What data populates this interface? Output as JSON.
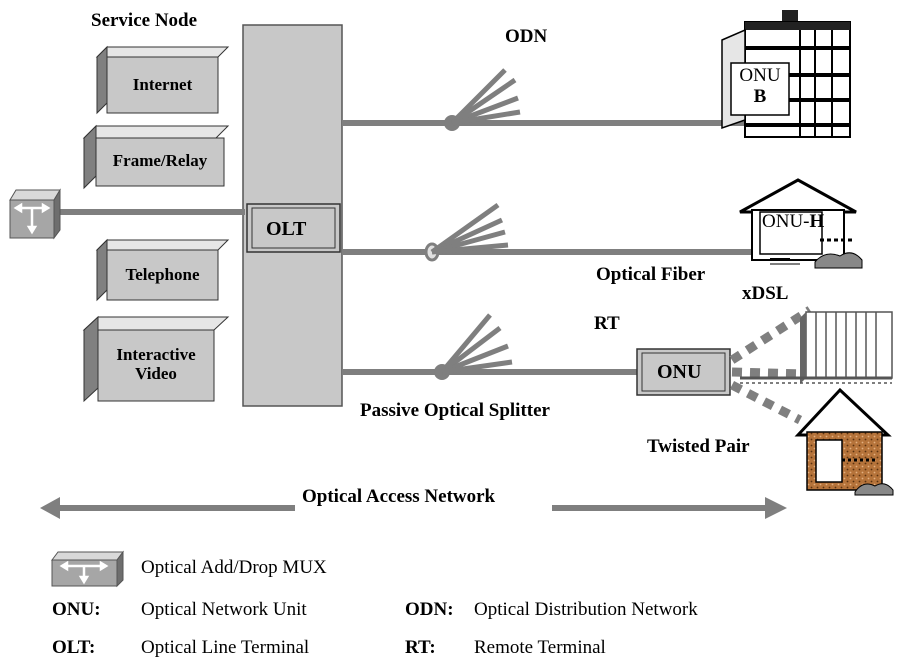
{
  "labels": {
    "service_node": "Service Node",
    "odn_title": "ODN",
    "olt_box": "OLT",
    "onu_b_line1": "ONU",
    "onu_b_line2": "B",
    "onu_h": "ONU",
    "onu_h_suffix": "H",
    "optical_fiber": "Optical Fiber",
    "xdsl": "xDSL",
    "rt": "RT",
    "onu_rt": "ONU",
    "passive_splitter": "Passive Optical Splitter",
    "twisted_pair": "Twisted Pair",
    "access_network": "Optical Access Network"
  },
  "services": [
    {
      "label": "Internet"
    },
    {
      "label": "Frame/Relay"
    },
    {
      "label": "Telephone"
    },
    {
      "label": "Interactive Video"
    }
  ],
  "legend": {
    "mux_label": "Optical Add/Drop MUX",
    "onu_abbr": "ONU:",
    "onu_text": "Optical Network Unit",
    "odn_abbr": "ODN:",
    "odn_text": "Optical Distribution Network",
    "olt_abbr": "OLT:",
    "olt_text": "Optical Line Terminal",
    "rt_abbr": "RT:",
    "rt_text": "Remote Terminal"
  },
  "colors": {
    "fiber": "#7f7f7f",
    "olt_fill": "#c8c8c8",
    "box_front": "#c8c8c8",
    "box_side": "#808080",
    "box_top": "#e6e6e6",
    "brick": "#b5733a"
  }
}
